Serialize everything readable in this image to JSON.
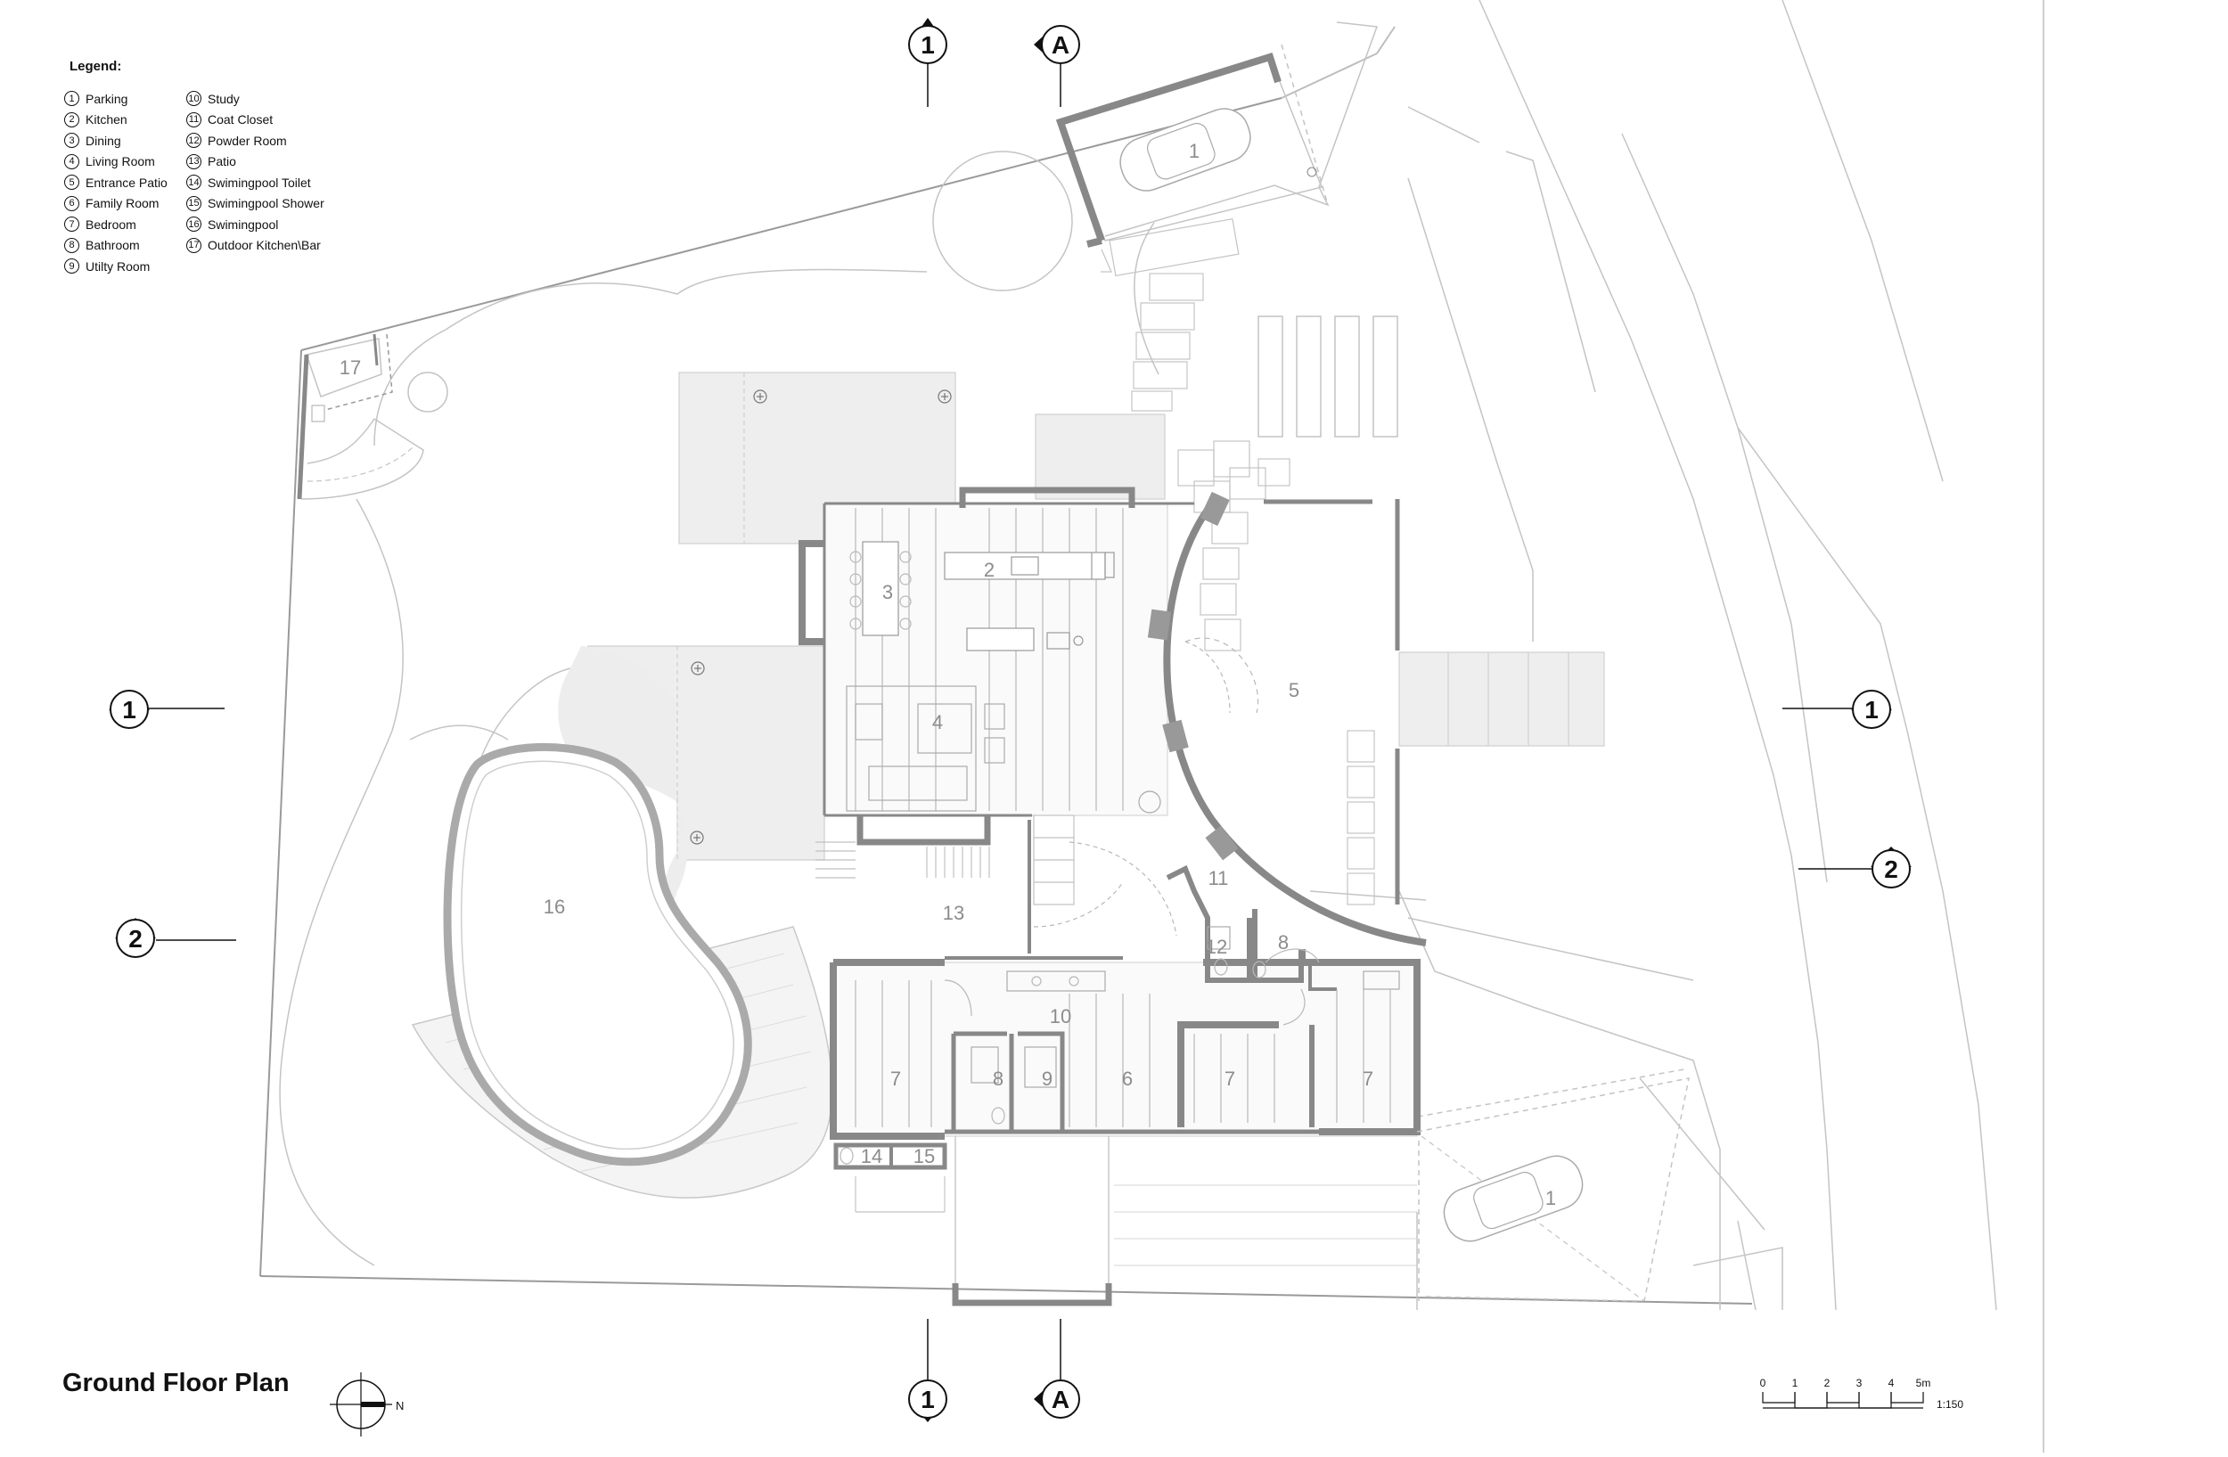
{
  "legend": {
    "title": "Legend:",
    "items": [
      {
        "num": "1",
        "label": "Parking"
      },
      {
        "num": "2",
        "label": "Kitchen"
      },
      {
        "num": "3",
        "label": "Dining"
      },
      {
        "num": "4",
        "label": "Living Room"
      },
      {
        "num": "5",
        "label": "Entrance Patio"
      },
      {
        "num": "6",
        "label": "Family Room"
      },
      {
        "num": "7",
        "label": "Bedroom"
      },
      {
        "num": "8",
        "label": "Bathroom"
      },
      {
        "num": "9",
        "label": "Utilty Room"
      },
      {
        "num": "10",
        "label": "Study"
      },
      {
        "num": "11",
        "label": "Coat Closet"
      },
      {
        "num": "12",
        "label": "Powder Room"
      },
      {
        "num": "13",
        "label": "Patio"
      },
      {
        "num": "14",
        "label": "Swimingpool Toilet"
      },
      {
        "num": "15",
        "label": "Swimingpool Shower"
      },
      {
        "num": "16",
        "label": "Swimingpool"
      },
      {
        "num": "17",
        "label": "Outdoor Kitchen\\Bar"
      }
    ]
  },
  "title": "Ground Floor Plan",
  "north_label": "N",
  "section_markers": {
    "top_1": "1",
    "top_a": "A",
    "bottom_1": "1",
    "bottom_a": "A",
    "left_1": "1",
    "right_1": "1",
    "left_2": "2",
    "right_2": "2"
  },
  "room_labels": {
    "parking_top": "1",
    "kitchen": "2",
    "dining": "3",
    "living": "4",
    "entrance": "5",
    "family": "6",
    "bed_a": "7",
    "bed_b": "7",
    "bed_c": "7",
    "bath_a": "8",
    "bath_b": "8",
    "utility": "9",
    "study": "10",
    "coat": "11",
    "powder": "12",
    "patio": "13",
    "pool_toilet": "14",
    "pool_shower": "15",
    "pool": "16",
    "bar": "17",
    "parking_bottom": "1"
  },
  "scale": {
    "ticks": [
      "0",
      "1",
      "2",
      "3",
      "4",
      "5m"
    ],
    "ratio": "1:150"
  },
  "colors": {
    "wall": "#8a8a8a",
    "line": "#bdbdbd",
    "fill": "#eeeeee",
    "text": "#111111",
    "label": "#8c8c8c"
  }
}
